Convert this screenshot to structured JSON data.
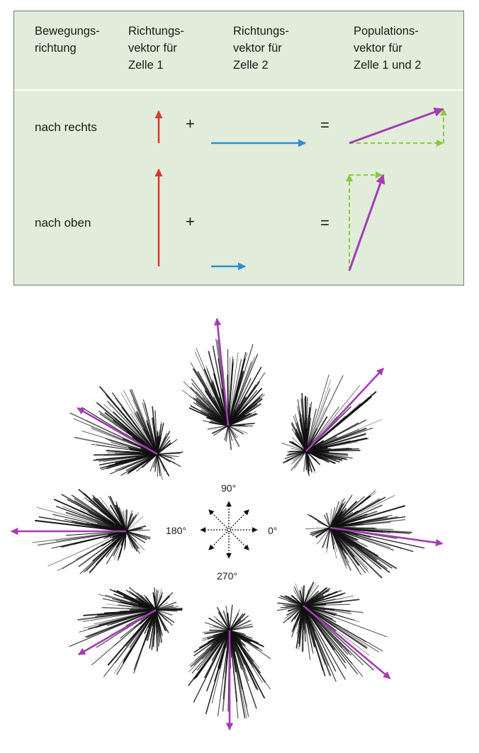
{
  "table": {
    "headers": {
      "movement": "Bewegungs-\nrichtung",
      "cell1": "Richtungs-\nvektor für\nZelle 1",
      "cell2": "Richtungs-\nvektor für\nZelle 2",
      "population": "Populations-\nvektor für\nZelle 1 und 2"
    },
    "rows": [
      {
        "label": "nach rechts",
        "plus": "+",
        "equals": "="
      },
      {
        "label": "nach oben",
        "plus": "+",
        "equals": "="
      }
    ]
  },
  "compass": {
    "deg0": "0°",
    "deg90": "90°",
    "deg180": "180°",
    "deg270": "270°"
  },
  "colors": {
    "background": "#e1edda",
    "cell1_vector": "#d43b2f",
    "cell2_vector": "#2e8fcf",
    "component_dashed": "#8cc83a",
    "population_vector": "#a43cb4",
    "neuron_lines": "#111111"
  }
}
